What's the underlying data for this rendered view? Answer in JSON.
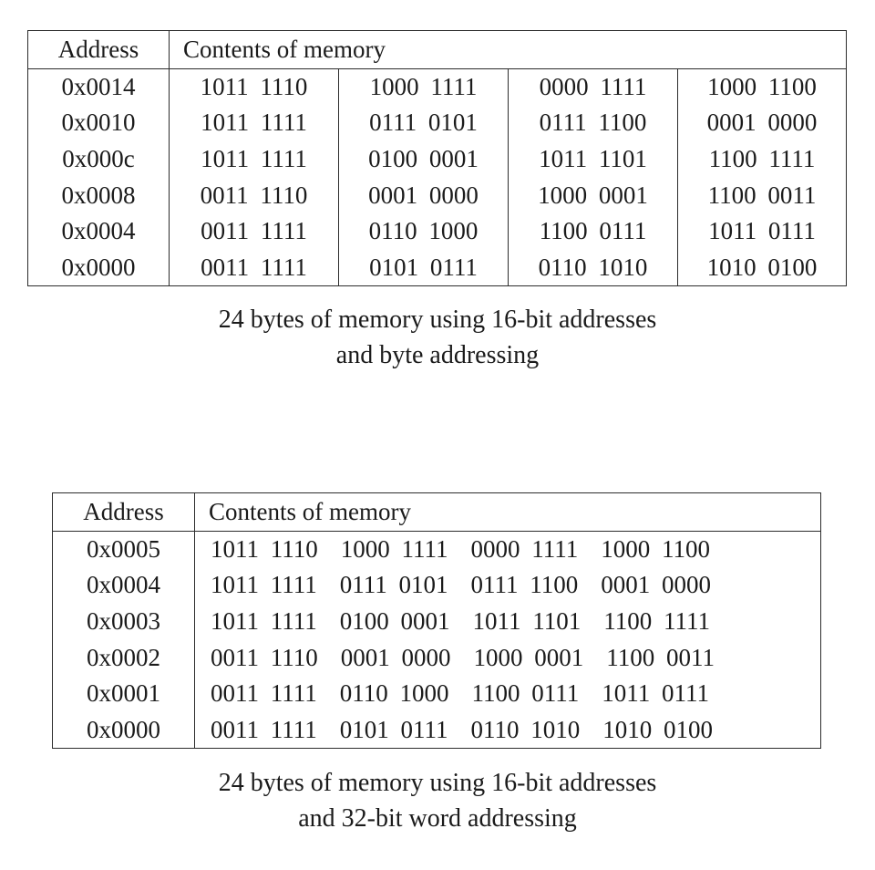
{
  "page": {
    "background_color": "#ffffff",
    "text_color": "#1b1b1b",
    "border_color": "#2c2c2c"
  },
  "tables": [
    {
      "id": "byte-addressing",
      "cell_dividers": true,
      "header": {
        "address": "Address",
        "contents": "Contents of memory"
      },
      "rows": [
        {
          "address": "0x0014",
          "bytes": [
            "1011 1110",
            "1000 1111",
            "0000 1111",
            "1000 1100"
          ]
        },
        {
          "address": "0x0010",
          "bytes": [
            "1011 1111",
            "0111 0101",
            "0111 1100",
            "0001 0000"
          ]
        },
        {
          "address": "0x000c",
          "bytes": [
            "1011 1111",
            "0100 0001",
            "1011 1101",
            "1100 1111"
          ]
        },
        {
          "address": "0x0008",
          "bytes": [
            "0011 1110",
            "0001 0000",
            "1000 0001",
            "1100 0011"
          ]
        },
        {
          "address": "0x0004",
          "bytes": [
            "0011 1111",
            "0110 1000",
            "1100 0111",
            "1011 0111"
          ]
        },
        {
          "address": "0x0000",
          "bytes": [
            "0011 1111",
            "0101 0111",
            "0110 1010",
            "1010 0100"
          ]
        }
      ],
      "caption": [
        "24 bytes of memory using 16-bit addresses",
        "and byte addressing"
      ]
    },
    {
      "id": "word-addressing",
      "cell_dividers": false,
      "header": {
        "address": "Address",
        "contents": "Contents of memory"
      },
      "rows": [
        {
          "address": "0x0005",
          "bytes": [
            "1011 1110",
            "1000 1111",
            "0000 1111",
            "1000 1100"
          ]
        },
        {
          "address": "0x0004",
          "bytes": [
            "1011 1111",
            "0111 0101",
            "0111 1100",
            "0001 0000"
          ]
        },
        {
          "address": "0x0003",
          "bytes": [
            "1011 1111",
            "0100 0001",
            "1011 1101",
            "1100 1111"
          ]
        },
        {
          "address": "0x0002",
          "bytes": [
            "0011 1110",
            "0001 0000",
            "1000 0001",
            "1100 0011"
          ]
        },
        {
          "address": "0x0001",
          "bytes": [
            "0011 1111",
            "0110 1000",
            "1100 0111",
            "1011 0111"
          ]
        },
        {
          "address": "0x0000",
          "bytes": [
            "0011 1111",
            "0101 0111",
            "0110 1010",
            "1010 0100"
          ]
        }
      ],
      "caption": [
        "24 bytes of memory using 16-bit addresses",
        "and 32-bit word addressing"
      ]
    }
  ]
}
